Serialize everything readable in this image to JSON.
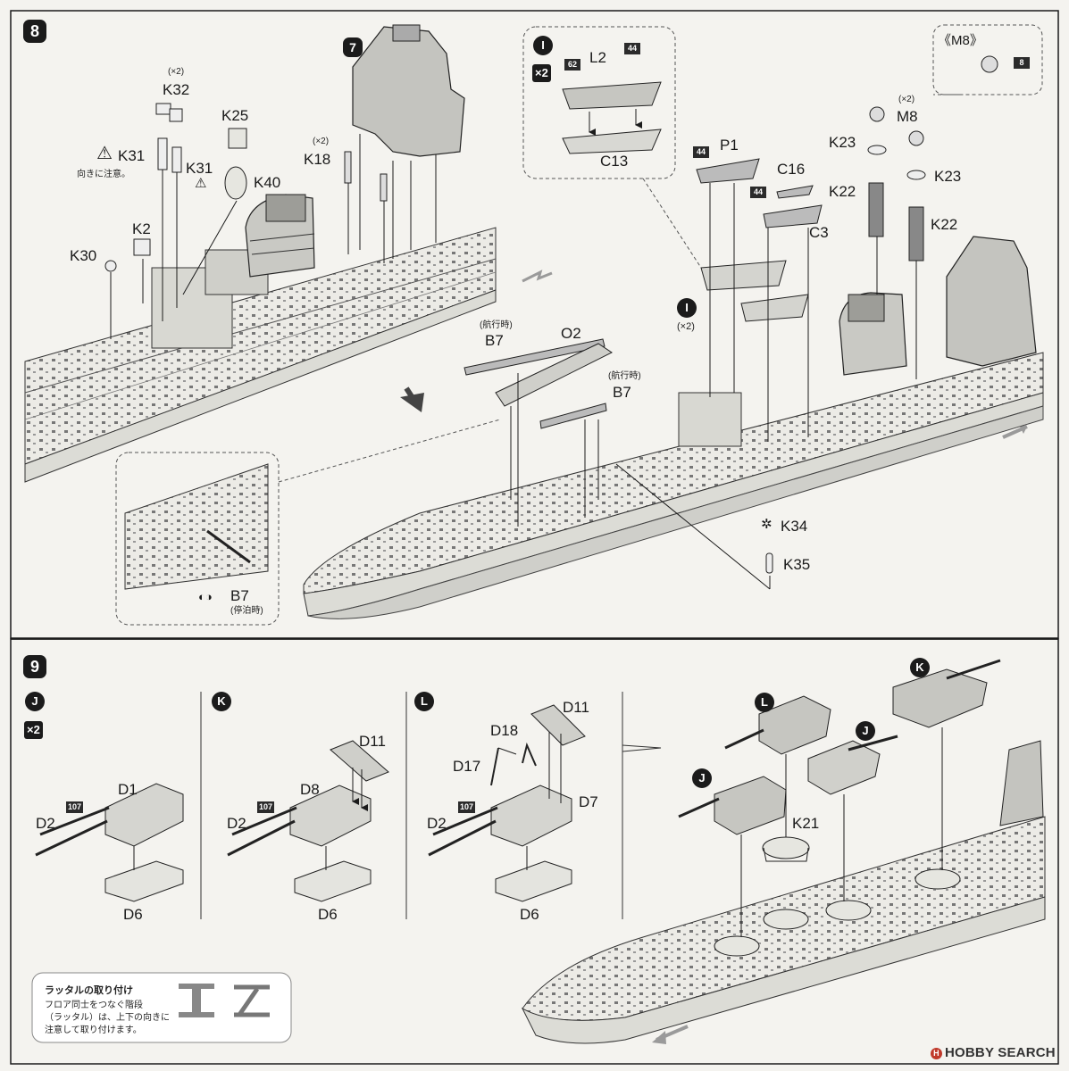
{
  "step8": {
    "number": "8",
    "sub_ref": "7",
    "labels": {
      "k32_qty": "(×2)",
      "k32": "K32",
      "k25": "K25",
      "k31a": "K31",
      "k31b": "K31",
      "caution_jp": "向きに注意。",
      "k40": "K40",
      "k2": "K2",
      "k30": "K30",
      "k18_qty": "(×2)",
      "k18": "K18"
    },
    "boats_box": {
      "marker": "I",
      "qty": "×2",
      "l2": "L2",
      "c13": "C13",
      "tag62": "62",
      "tag44": "44"
    },
    "m8_box": {
      "title": "《M8》",
      "tag": "8"
    },
    "right_labels": {
      "p1": "P1",
      "tag44a": "44",
      "c16": "C16",
      "tag44b": "44",
      "c3": "C3",
      "k23a": "K23",
      "m8_qty": "(×2)",
      "m8": "M8",
      "k23b": "K23",
      "k22a": "K22",
      "k22b": "K22",
      "i_marker": "I",
      "i_qty": "(×2)"
    },
    "catapult": {
      "b7_note_a": "(航行時)",
      "b7a": "B7",
      "o2": "O2",
      "b7_note_b": "(航行時)",
      "b7b": "B7"
    },
    "bottom_labels": {
      "k34": "K34",
      "k35": "K35"
    },
    "inset": {
      "b7": "B7",
      "b7_note": "(停泊時)"
    }
  },
  "step9": {
    "number": "9",
    "turret_j": {
      "marker": "J",
      "qty": "×2",
      "d1": "D1",
      "d2": "D2",
      "tag": "107",
      "d6": "D6"
    },
    "turret_k": {
      "marker": "K",
      "d11": "D11",
      "d8": "D8",
      "d2": "D2",
      "tag": "107",
      "d6": "D6"
    },
    "turret_l": {
      "marker": "L",
      "d11": "D11",
      "d18": "D18",
      "d17": "D17",
      "d7": "D7",
      "d2": "D2",
      "tag": "107",
      "d6": "D6"
    },
    "hull": {
      "k": "K",
      "l": "L",
      "j1": "J",
      "j2": "J",
      "k21": "K21"
    },
    "ladder_note": {
      "title": "ラッタルの取り付け",
      "line1": "フロア同士をつなぐ階段",
      "line2": "（ラッタル）は、上下の向きに",
      "line3": "注意して取り付けます。"
    },
    "watermark": "HOBBY SEARCH",
    "watermark_mark": "H"
  },
  "colors": {
    "ink": "#1b1b1b",
    "paper": "#f4f3ef",
    "hull_shade": "#c9c9c4",
    "arrow_grey": "#9a9a9a"
  }
}
